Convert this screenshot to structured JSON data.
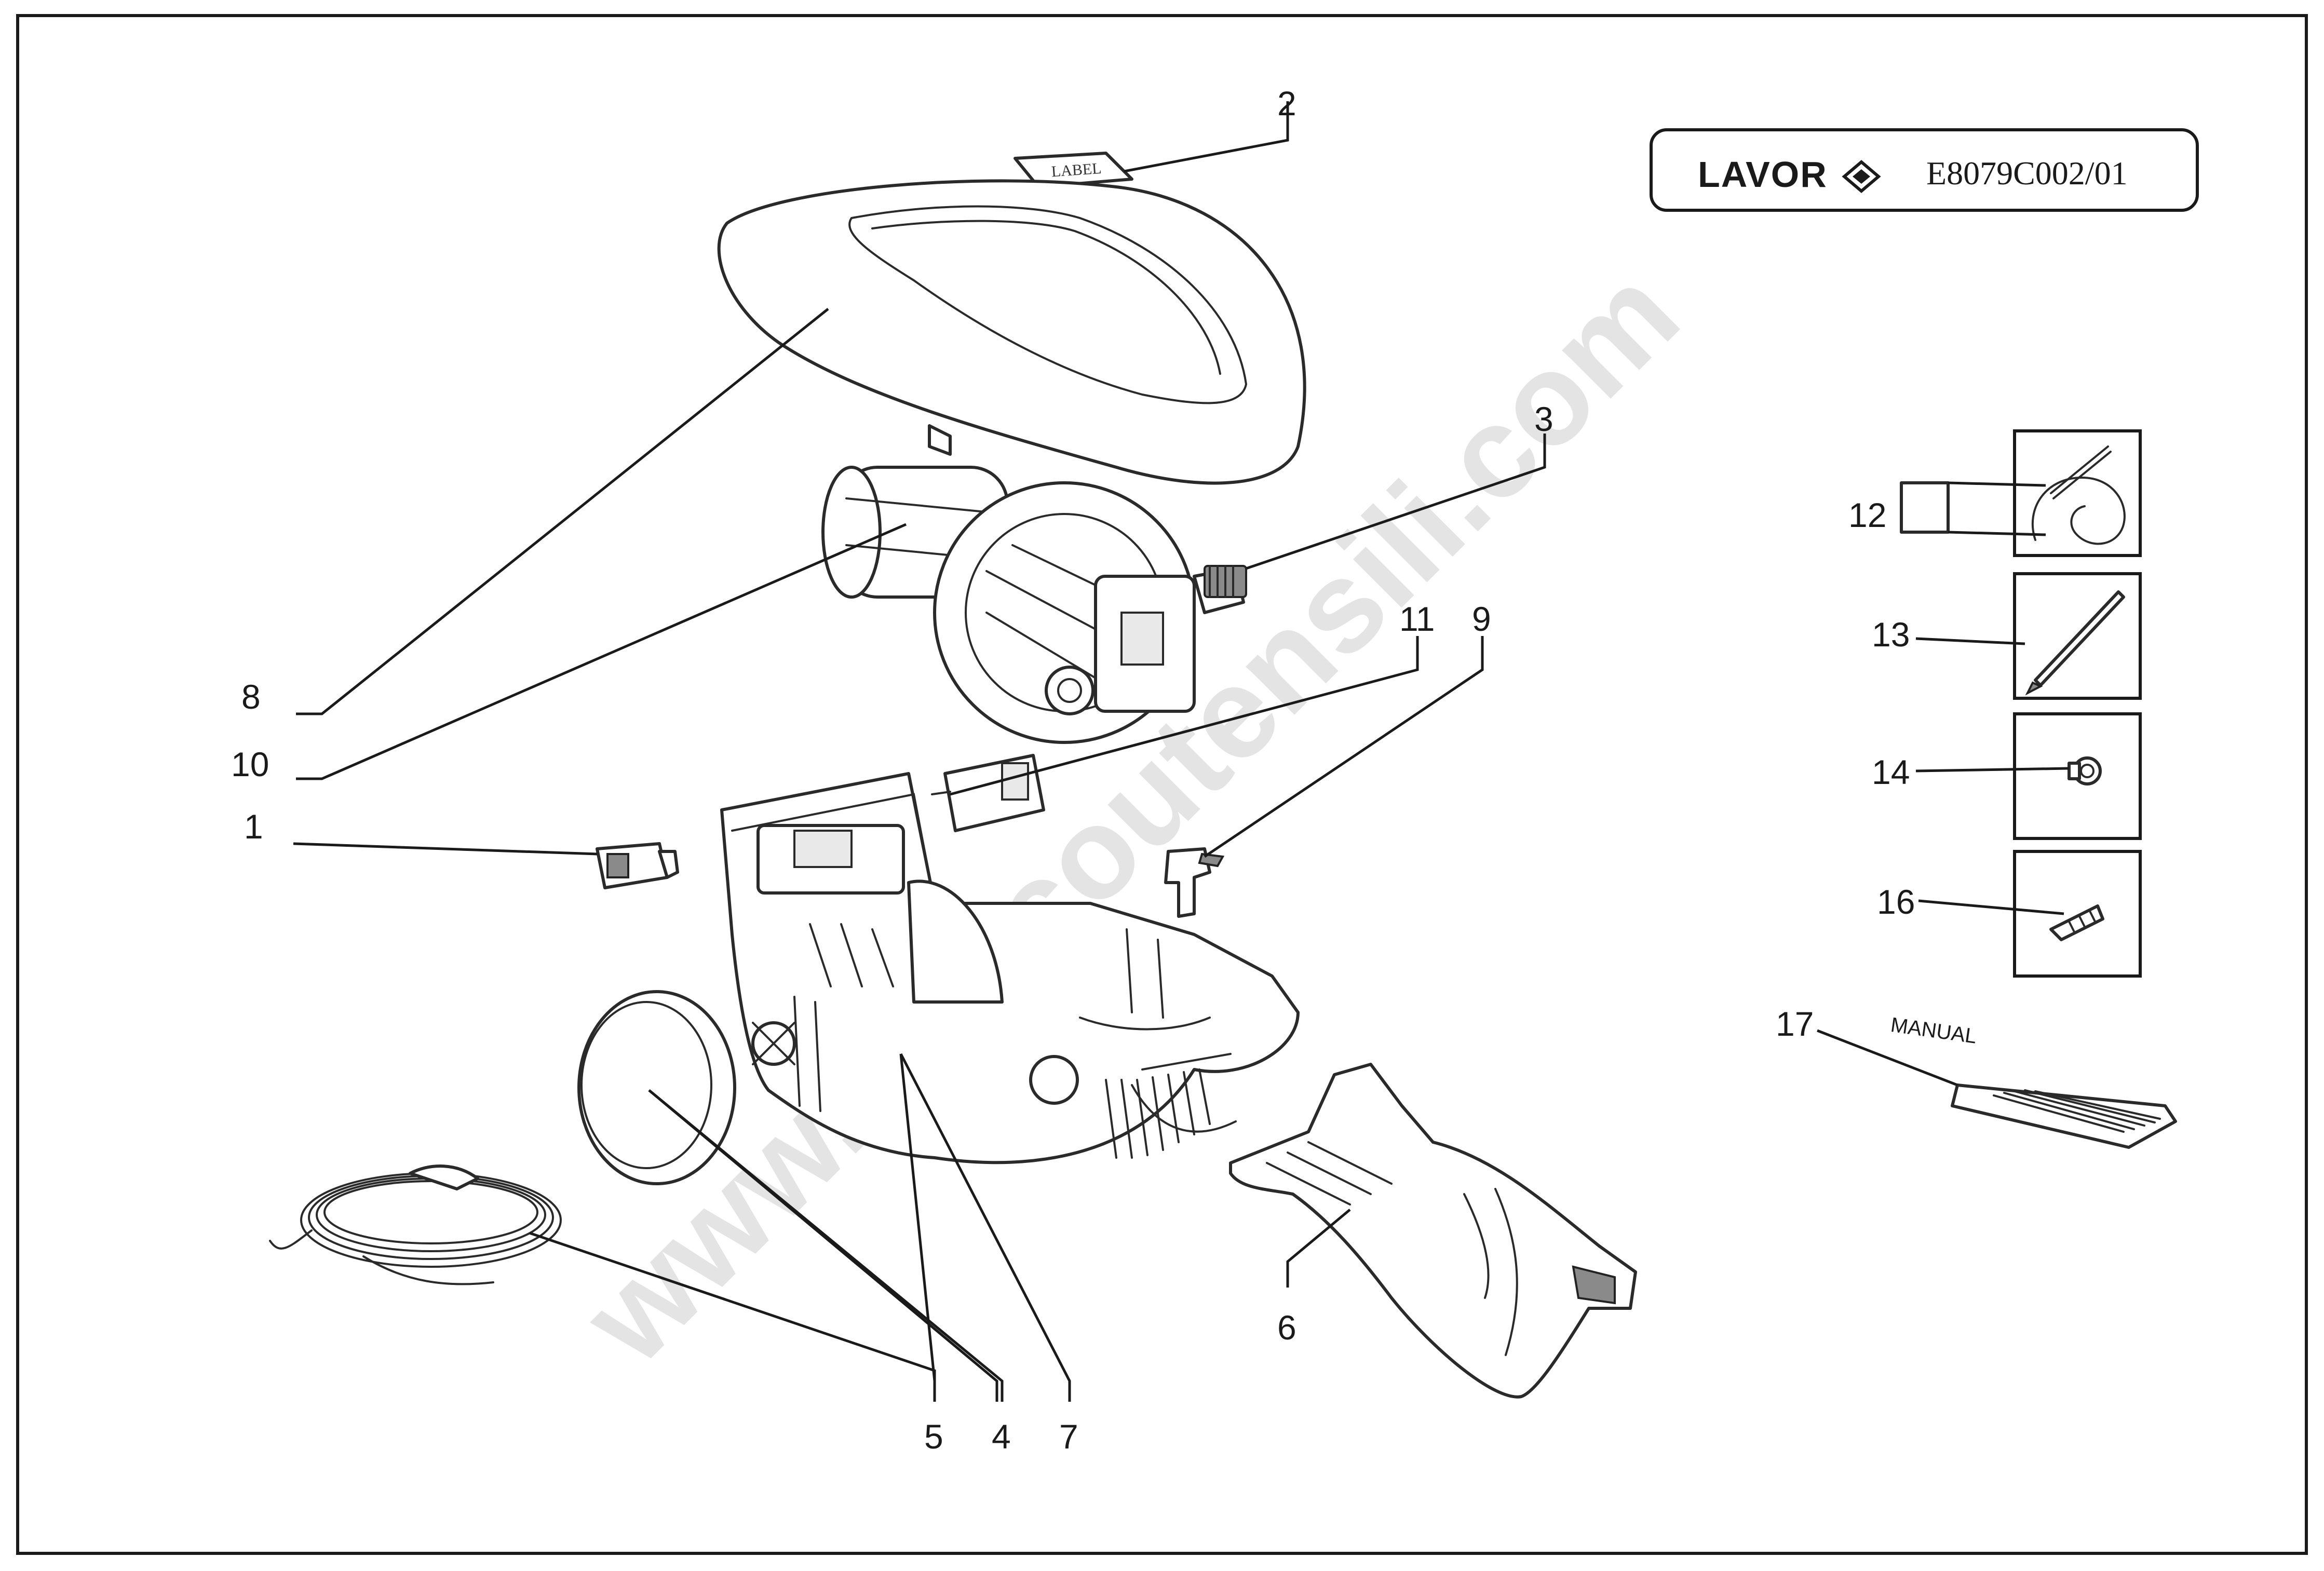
{
  "title_block": {
    "brand": "LAVOR",
    "code": "E8079C002/01"
  },
  "labels": {
    "label_tag": "LABEL",
    "manual_tag": "MANUAL"
  },
  "watermark": "www.briccoutensili.com",
  "callouts": {
    "c1": "1",
    "c2": "2",
    "c3": "3",
    "c4": "4",
    "c5": "5",
    "c6": "6",
    "c7": "7",
    "c8": "8",
    "c9": "9",
    "c10": "10",
    "c11": "11",
    "c12": "12",
    "c13": "13",
    "c14": "14",
    "c16": "16",
    "c17": "17"
  }
}
